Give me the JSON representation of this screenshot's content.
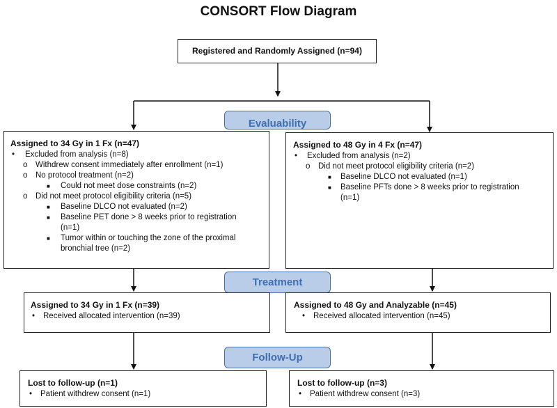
{
  "title": "CONSORT Flow Diagram",
  "registered": "Registered and Randomly Assigned (n=94)",
  "stages": {
    "evaluability": "Evaluability",
    "treatment": "Treatment",
    "followup": "Follow-Up"
  },
  "left_eval": {
    "header": "Assigned to 34 Gy in 1 Fx (n=47)",
    "lines": [
      {
        "text": "Excluded from analysis (n=8)"
      },
      {
        "text": "Withdrew consent immediately after enrollment (n=1)"
      },
      {
        "text": "No protocol treatment (n=2)"
      },
      {
        "text": "Could not meet dose constraints (n=2)"
      },
      {
        "text": "Did not meet protocol eligibility criteria (n=5)"
      },
      {
        "text": "Baseline DLCO not evaluated (n=2)"
      },
      {
        "text": "Baseline PET done > 8 weeks prior to registration"
      },
      {
        "text": "(n=1)"
      },
      {
        "text": "Tumor within or touching the zone of the proximal"
      },
      {
        "text": "bronchial tree (n=2)"
      }
    ]
  },
  "right_eval": {
    "header": "Assigned to 48 Gy in 4 Fx (n=47)",
    "lines": [
      {
        "text": "Excluded from analysis (n=2)"
      },
      {
        "text": "Did not meet protocol eligibility criteria (n=2)"
      },
      {
        "text": "Baseline DLCO not evaluated (n=1)"
      },
      {
        "text": "Baseline PFTs done > 8 weeks prior to registration"
      },
      {
        "text": "(n=1)"
      }
    ]
  },
  "left_treat": {
    "header": "Assigned to 34 Gy in 1 Fx (n=39)",
    "line": "Received allocated intervention (n=39)"
  },
  "right_treat": {
    "header": "Assigned to 48 Gy and Analyzable (n=45)",
    "line": "Received allocated intervention (n=45)"
  },
  "left_follow": {
    "header": "Lost to follow-up (n=1)",
    "line": "Patient withdrew consent (n=1)"
  },
  "right_follow": {
    "header": "Lost to follow-up (n=3)",
    "line": "Patient withdrew consent (n=3)"
  }
}
